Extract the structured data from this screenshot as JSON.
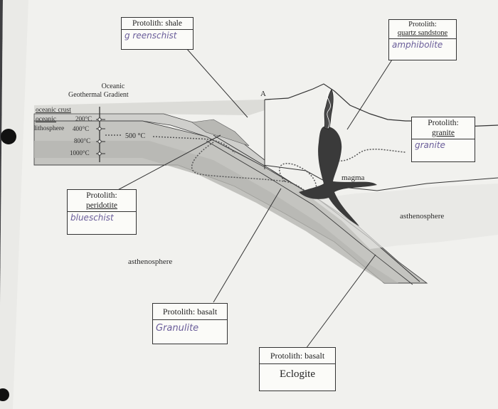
{
  "labels": {
    "oceanic_geo_line1": "Oceanic",
    "oceanic_geo_line2": "Geothermal Gradient",
    "oceanic_crust": "oceanic crust",
    "oceanic_lith_line1": "oceanic",
    "oceanic_lith_line2": "lithosphere",
    "point_a": "A",
    "magma": "magma",
    "asthenosphere_right": "asthenosphere",
    "asthenosphere_left": "asthenosphere",
    "isotherm_500": "500 °C"
  },
  "gradient_temps": [
    "200°C",
    "400°C",
    "800°C",
    "1000°C"
  ],
  "boxes": {
    "shale": {
      "title": "Protolith: shale",
      "answer": "g reenschist"
    },
    "quartz": {
      "title_line1": "Protolith:",
      "title_line2": "quartz sandstone",
      "answer": "amphibolite"
    },
    "granite": {
      "title_line1": "Protolith:",
      "title_line2": "granite",
      "answer": "granite"
    },
    "peridotite": {
      "title_line1": "Protolith:",
      "title_line2": "peridotite",
      "answer": "blueschist"
    },
    "basalt1": {
      "title": "Protolith: basalt",
      "answer": "Granulite"
    },
    "basalt2": {
      "title": "Protolith: basalt",
      "answer": "Eclogite"
    }
  }
}
